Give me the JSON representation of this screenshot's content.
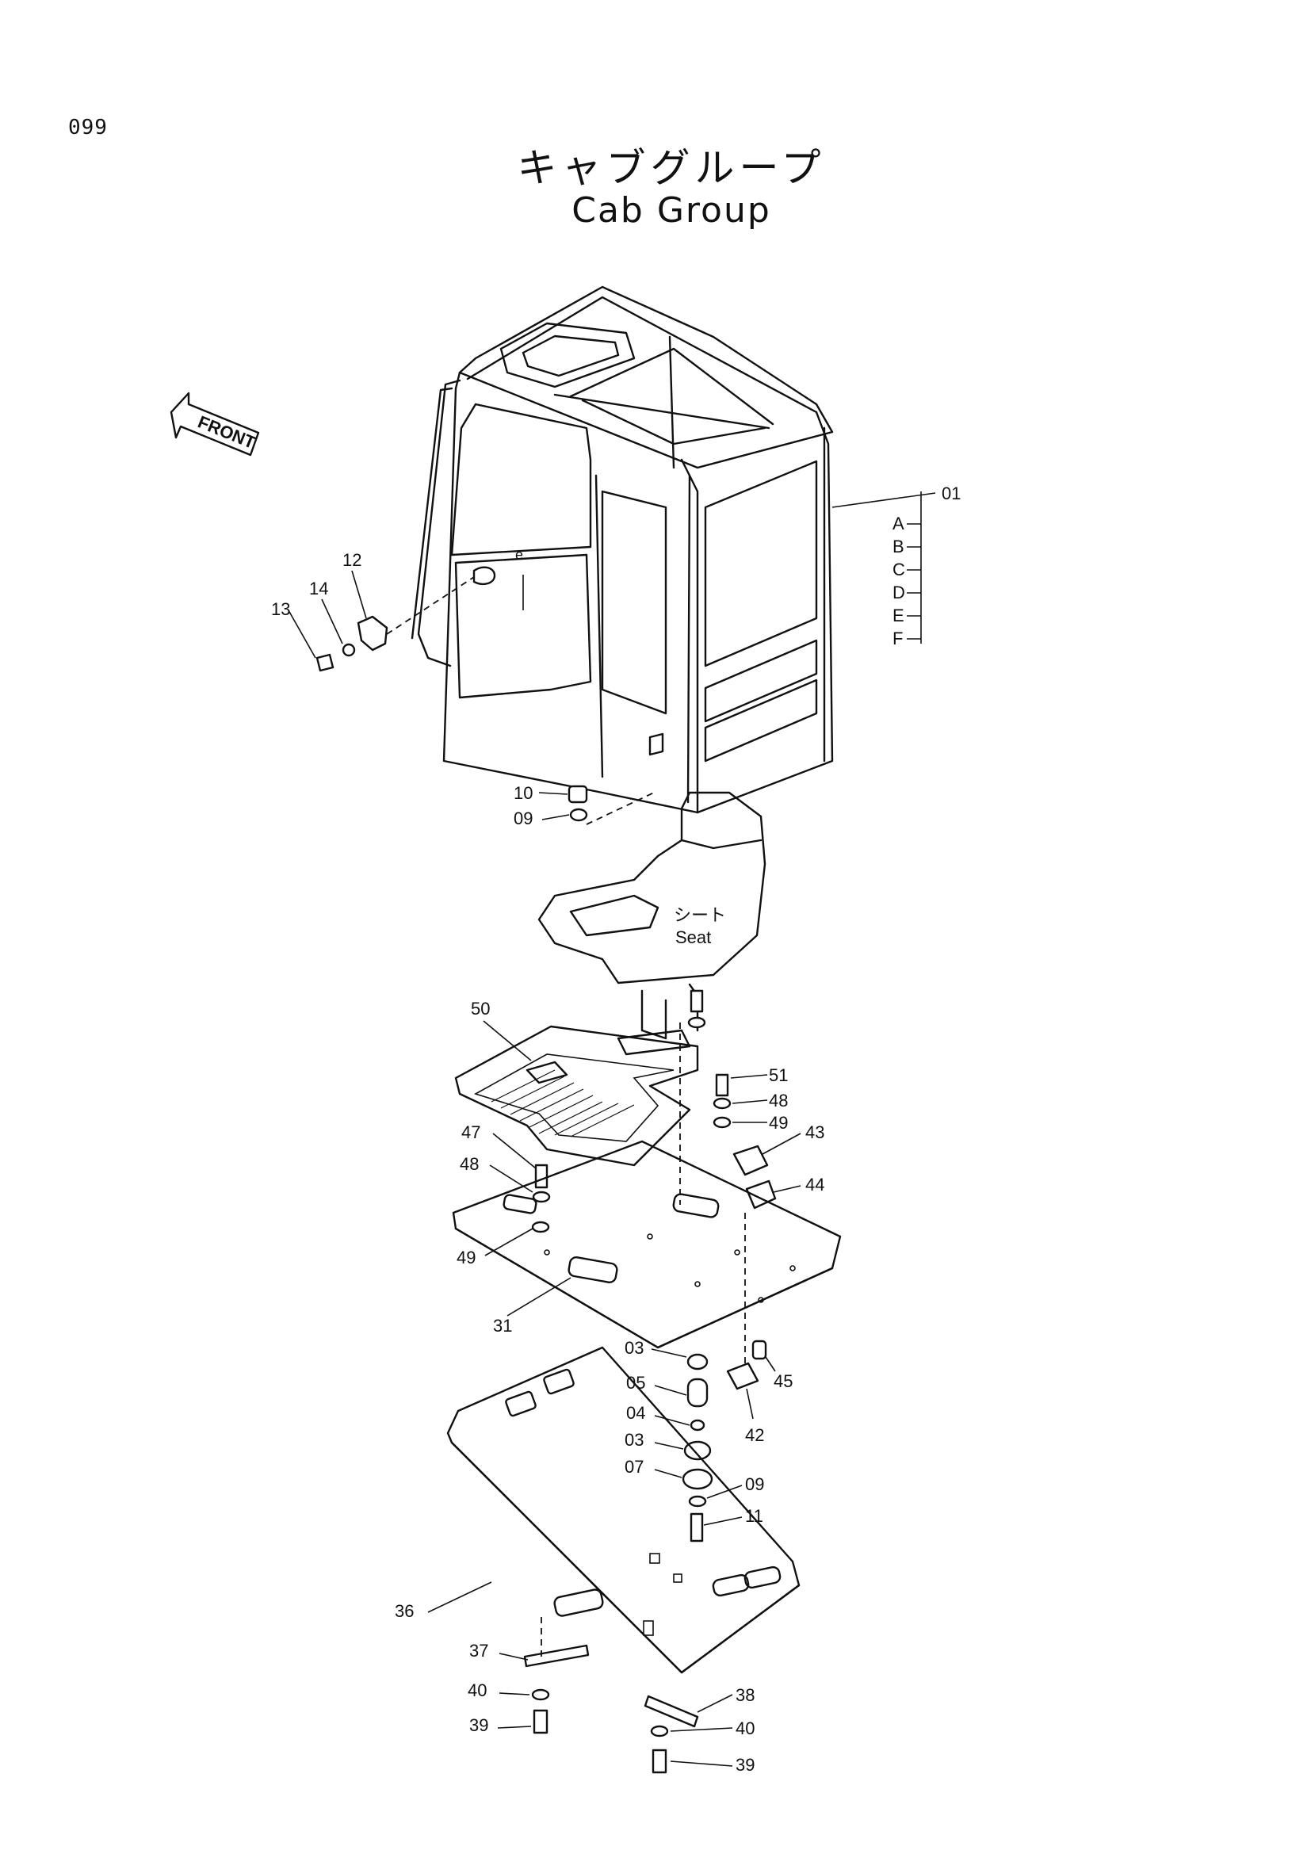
{
  "page_number": "099",
  "title_jp": "キャブグループ",
  "title_en": "Cab Group",
  "front_label": "FRONT",
  "seat_label_jp": "シート",
  "seat_label_en": "Seat",
  "cab_variants": [
    "A",
    "B",
    "C",
    "D",
    "E",
    "F"
  ],
  "callouts": {
    "c01": "01",
    "c03a": "03",
    "c03b": "03",
    "c04": "04",
    "c05": "05",
    "c07": "07",
    "c09a": "09",
    "c09b": "09",
    "c10": "10",
    "c11": "11",
    "c12": "12",
    "c13": "13",
    "c14": "14",
    "c31": "31",
    "c36": "36",
    "c37": "37",
    "c38": "38",
    "c39a": "39",
    "c39b": "39",
    "c40a": "40",
    "c40b": "40",
    "c42": "42",
    "c43": "43",
    "c44": "44",
    "c45": "45",
    "c47": "47",
    "c48a": "48",
    "c48b": "48",
    "c49a": "49",
    "c49b": "49",
    "c50": "50",
    "c51": "51"
  }
}
